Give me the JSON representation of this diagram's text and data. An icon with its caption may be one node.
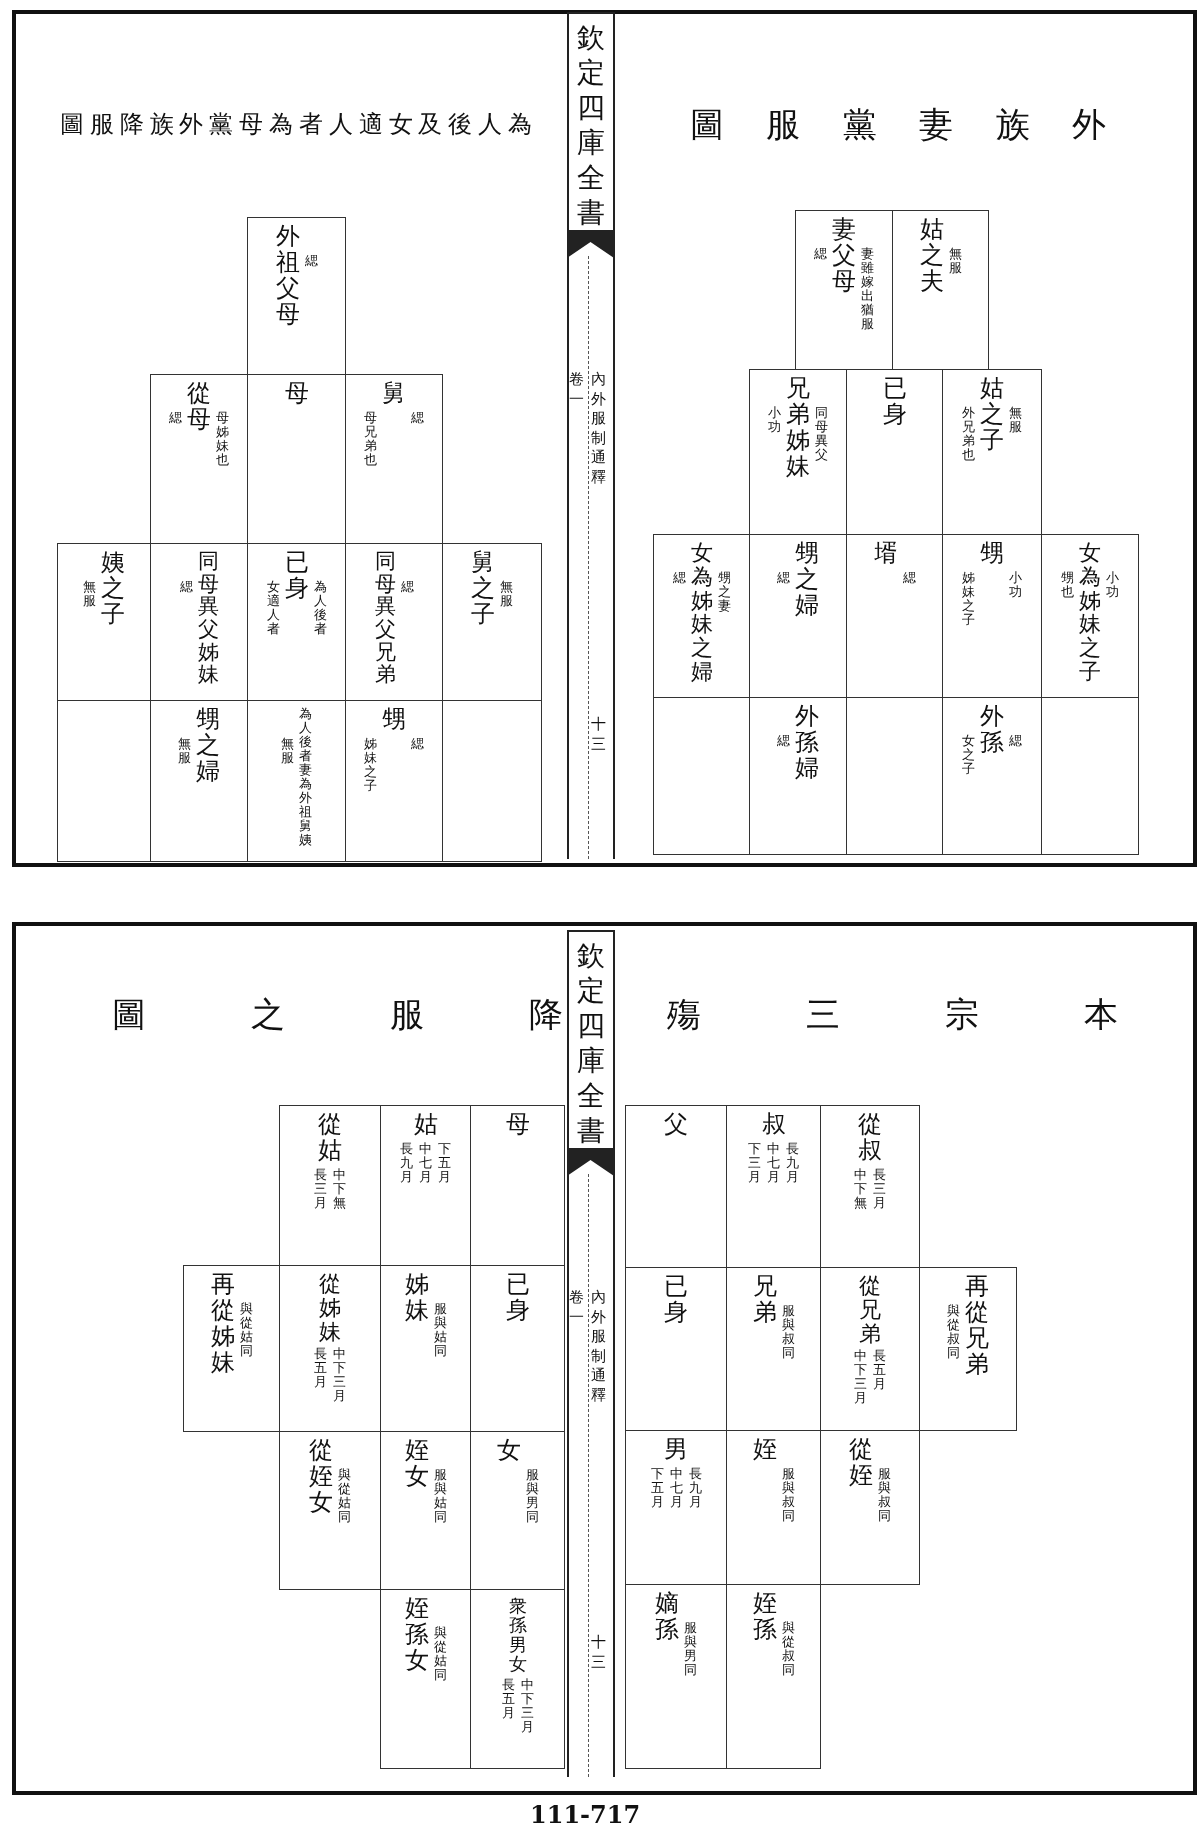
{
  "diagram": {
    "nodes": [
      {
        "text": [
          "姑之夫",
          "無服"
        ]
      },
      {
        "text": [
          "緦",
          "妻父母",
          "妻雖嫁出猶服"
        ]
      },
      {
        "text": [
          "外兄弟也",
          "姑之子",
          "無服"
        ]
      },
      {
        "text": [
          "已身"
        ]
      },
      {
        "text": [
          "小功",
          "兄弟姊妹",
          "同母異父"
        ]
      },
      {
        "text": [
          "甥也",
          "女為姊妹之子",
          "小功"
        ]
      },
      {
        "text": [
          "姊妹之子",
          "甥",
          "小功"
        ]
      },
      {
        "text": [
          "壻",
          "緦"
        ]
      },
      {
        "text": [
          "緦",
          "甥之婦"
        ]
      },
      {
        "text": [
          "緦",
          "女為姊妹之婦",
          "甥之妻"
        ]
      },
      {
        "text": [],
        "shape": "box"
      },
      {
        "text": [
          "女之子",
          "外孫",
          "緦"
        ]
      },
      {
        "text": [],
        "shape": "box"
      },
      {
        "text": [
          "緦",
          "外孫婦"
        ]
      },
      {
        "text": [],
        "shape": "box"
      },
      {
        "text": [
          "外祖父母",
          "緦"
        ]
      },
      {
        "text": [
          "母兄弟也",
          "舅",
          "緦"
        ]
      },
      {
        "text": [
          "母"
        ]
      },
      {
        "text": [
          "緦",
          "從母",
          "母姊妹也"
        ]
      },
      {
        "text": [
          "舅之子",
          "無服"
        ]
      },
      {
        "text": [
          "同母異父兄弟",
          "緦"
        ]
      },
      {
        "text": [
          "女適人者",
          "已身",
          "為人後者"
        ]
      },
      {
        "text": [
          "緦",
          "同母異父姊妹"
        ]
      },
      {
        "text": [
          "無服",
          "姨之子"
        ]
      },
      {
        "text": [],
        "shape": "box"
      },
      {
        "text": [
          "姊妹之子",
          "甥",
          "緦"
        ]
      },
      {
        "text": [
          "無服",
          "為人後者妻為外祖舅姨"
        ]
      },
      {
        "text": [
          "無服",
          "甥之婦"
        ]
      },
      {
        "text": [],
        "shape": "box"
      },
      {
        "text": [
          "從叔",
          "中下無",
          "長三月"
        ]
      },
      {
        "text": [
          "叔",
          "下三月",
          "中七月",
          "長九月"
        ]
      },
      {
        "text": [
          "父"
        ]
      },
      {
        "text": [
          "與從叔同",
          "再從兄弟"
        ]
      },
      {
        "text": [
          "從兄弟",
          "中下三月",
          "長五月"
        ]
      },
      {
        "text": [
          "兄弟",
          "服與叔同"
        ]
      },
      {
        "text": [
          "已身"
        ]
      },
      {
        "text": [
          "從姪",
          "服與叔同"
        ]
      },
      {
        "text": [
          "姪",
          "服與叔同"
        ]
      },
      {
        "text": [
          "男",
          "下五月",
          "中七月",
          "長九月"
        ]
      },
      {
        "text": [
          "姪孫",
          "與從叔同"
        ]
      },
      {
        "text": [
          "嫡孫",
          "服與男同"
        ]
      },
      {
        "text": [
          "母"
        ]
      },
      {
        "text": [
          "姑",
          "長九月",
          "中七月",
          "下五月"
        ]
      },
      {
        "text": [
          "從姑",
          "長三月",
          "中下無"
        ]
      },
      {
        "text": [
          "已身"
        ]
      },
      {
        "text": [
          "姊妹",
          "服與姑同"
        ]
      },
      {
        "text": [
          "從姊妹",
          "長五月",
          "中下三月"
        ]
      },
      {
        "text": [
          "再從姊妹",
          "與從姑同"
        ]
      },
      {
        "text": [
          "女",
          "服與男同"
        ]
      },
      {
        "text": [
          "姪女",
          "服與姑同"
        ]
      },
      {
        "text": [
          "從姪女",
          "與從姑同"
        ]
      },
      {
        "text": [
          "衆孫男女",
          "長五月",
          "中下三月"
        ]
      },
      {
        "text": [
          "姪孫女",
          "與從姑同"
        ]
      }
    ],
    "labels": [
      "圖服黨妻族外",
      "圖服降族外黨母為者人適女及後人為",
      "欽定四庫全書",
      "卷一",
      "內外服制通釋",
      "十三",
      "圖之服降殤三宗本",
      "欽定四庫全書",
      "卷一",
      "內外服制通釋",
      "十三",
      "111-717"
    ]
  }
}
